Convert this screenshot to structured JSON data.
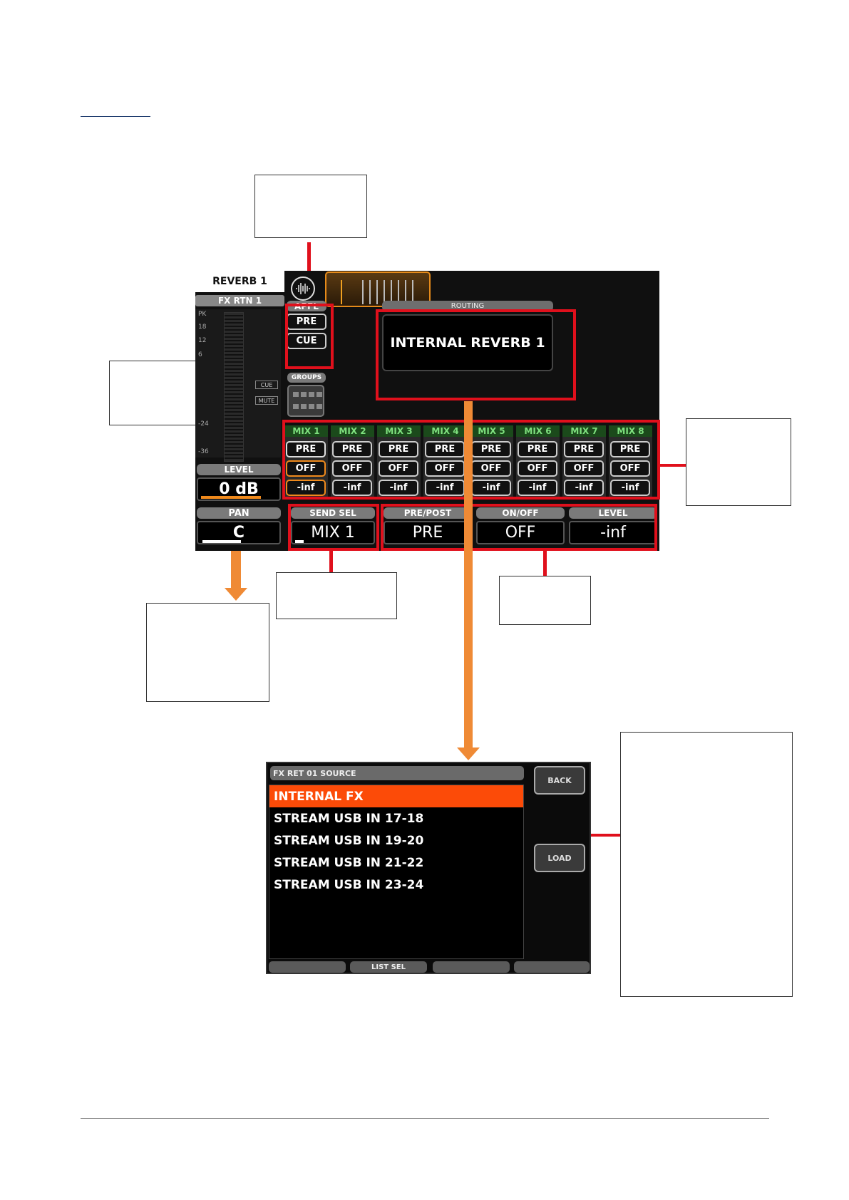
{
  "main_screen": {
    "channel_name": "REVERB 1",
    "channel_sub": "FX RTN 1",
    "meter_scale": [
      "PK",
      "18",
      "12",
      "6",
      "-24",
      "-36"
    ],
    "cue_tag": "CUE",
    "mute_tag": "MUTE",
    "level_label": "LEVEL",
    "level_value": "0 dB",
    "pan_label": "PAN",
    "pan_value": "C",
    "apfl": {
      "title": "APFL",
      "pre": "PRE",
      "cue": "CUE"
    },
    "groups_label": "GROUPS",
    "routing": {
      "title": "ROUTING",
      "value": "INTERNAL REVERB 1"
    },
    "mixes": [
      {
        "name": "MIX 1",
        "prepost": "PRE",
        "onoff": "OFF",
        "level": "-inf"
      },
      {
        "name": "MIX 2",
        "prepost": "PRE",
        "onoff": "OFF",
        "level": "-inf"
      },
      {
        "name": "MIX 3",
        "prepost": "PRE",
        "onoff": "OFF",
        "level": "-inf"
      },
      {
        "name": "MIX 4",
        "prepost": "PRE",
        "onoff": "OFF",
        "level": "-inf"
      },
      {
        "name": "MIX 5",
        "prepost": "PRE",
        "onoff": "OFF",
        "level": "-inf"
      },
      {
        "name": "MIX 6",
        "prepost": "PRE",
        "onoff": "OFF",
        "level": "-inf"
      },
      {
        "name": "MIX 7",
        "prepost": "PRE",
        "onoff": "OFF",
        "level": "-inf"
      },
      {
        "name": "MIX 8",
        "prepost": "PRE",
        "onoff": "OFF",
        "level": "-inf"
      }
    ],
    "bottom": {
      "send_sel_label": "SEND SEL",
      "send_sel_value": "MIX 1",
      "prepost_label": "PRE/POST",
      "prepost_value": "PRE",
      "onoff_label": "ON/OFF",
      "onoff_value": "OFF",
      "level_label": "LEVEL",
      "level_value": "-inf"
    }
  },
  "source_screen": {
    "title": "FX RET 01 SOURCE",
    "items": [
      "INTERNAL FX",
      "STREAM USB IN 17-18",
      "STREAM USB IN 19-20",
      "STREAM USB IN 21-22",
      "STREAM USB IN 23-24"
    ],
    "selected_index": 0,
    "back_label": "BACK",
    "load_label": "LOAD",
    "footer_label": "LIST SEL"
  },
  "colors": {
    "highlight": "#fc4b08",
    "annotation_red": "#e0101c",
    "arrow_orange": "#ef8a35",
    "mix_green": "#7ee07e"
  }
}
